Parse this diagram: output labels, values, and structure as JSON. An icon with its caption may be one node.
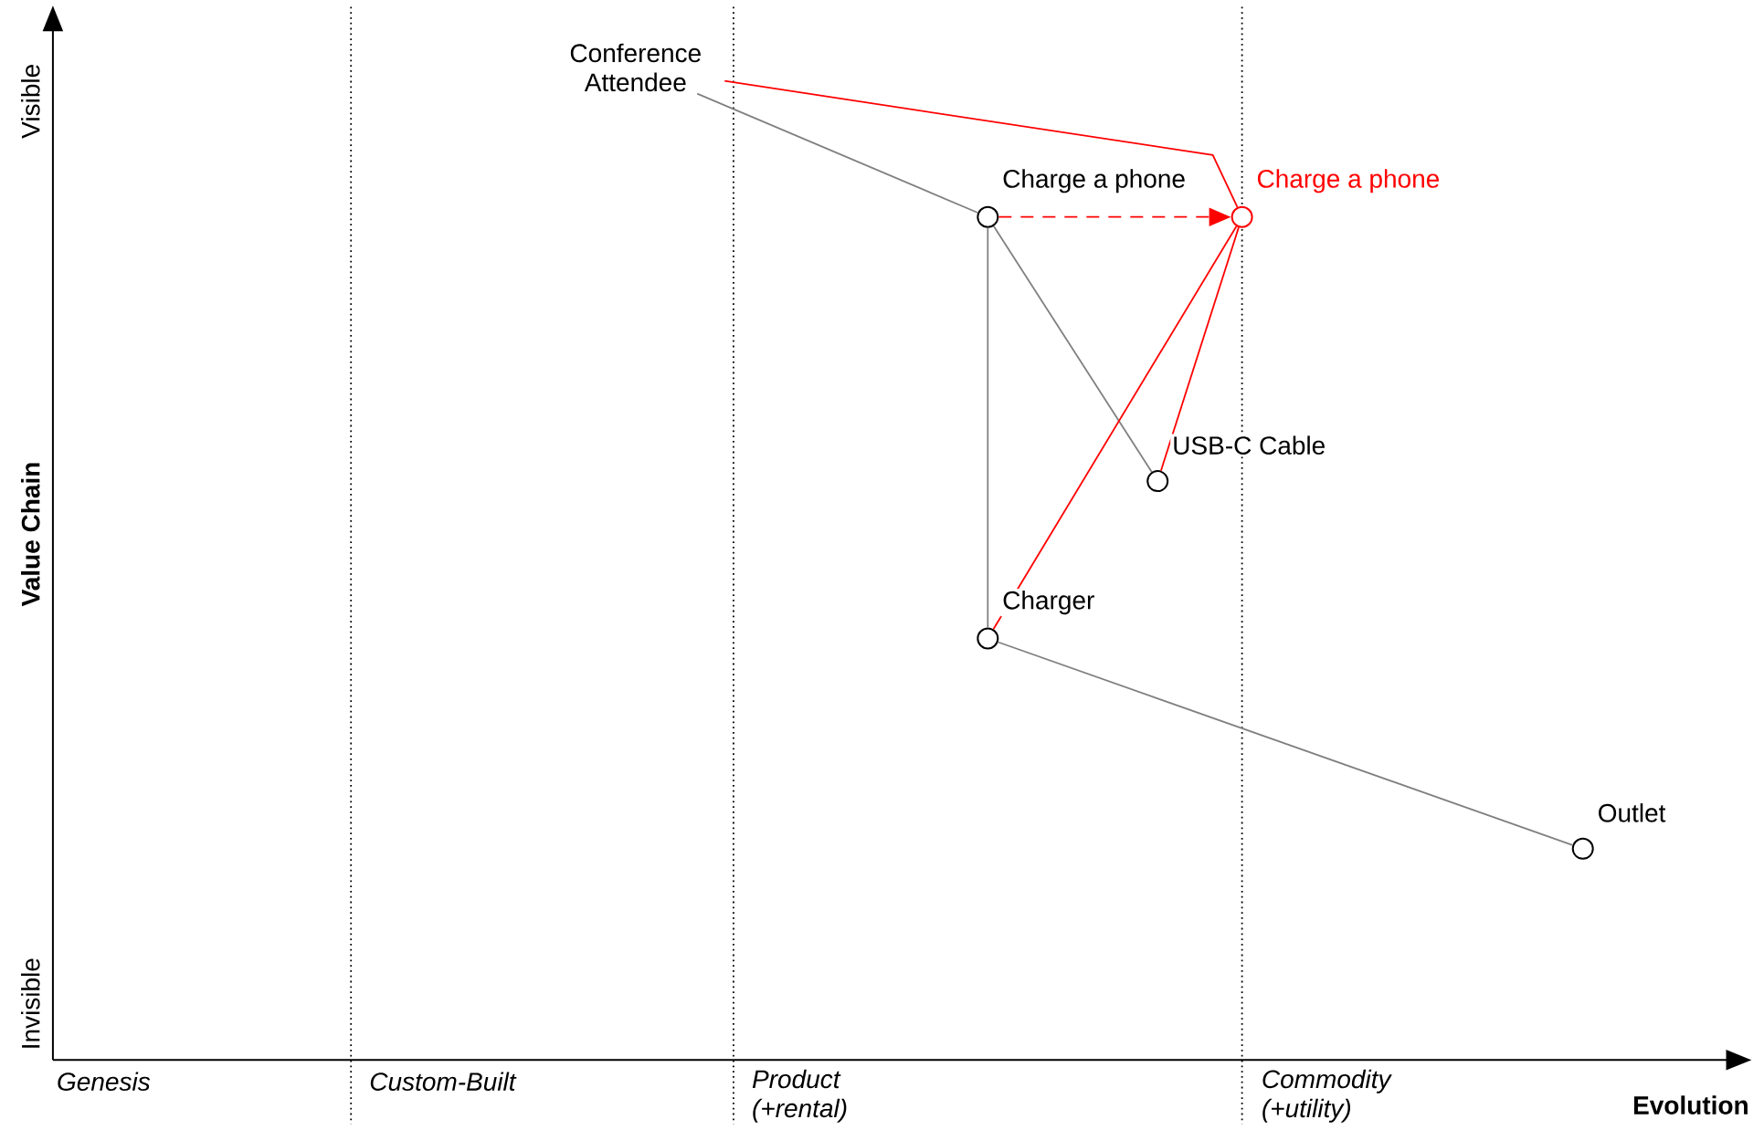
{
  "diagram": {
    "nodes": [
      {
        "text": [
          "Conference Attendee"
        ]
      },
      {
        "text": [
          "Charge a phone"
        ]
      },
      {
        "text": [
          "Charge a phone"
        ]
      },
      {
        "text": [
          "USB-C Cable"
        ]
      },
      {
        "text": [
          "Charger"
        ]
      },
      {
        "text": [
          "Outlet"
        ]
      }
    ],
    "edges": [
      {
        "from": 0,
        "to": 1,
        "arrow": "none"
      },
      {
        "from": 0,
        "to": 2,
        "arrow": "none",
        "color": "#ff0000"
      },
      {
        "from": 1,
        "to": 2,
        "arrow": "to",
        "style": "dashed",
        "color": "#ff0000"
      },
      {
        "from": 1,
        "to": 3,
        "arrow": "none"
      },
      {
        "from": 1,
        "to": 4,
        "arrow": "none"
      },
      {
        "from": 2,
        "to": 3,
        "arrow": "none",
        "color": "#ff0000"
      },
      {
        "from": 2,
        "to": 4,
        "arrow": "none",
        "color": "#ff0000"
      },
      {
        "from": 4,
        "to": 5,
        "arrow": "none"
      }
    ],
    "labels": [
      "Visible",
      "Value Chain",
      "Invisible",
      "Genesis",
      "Custom-Built",
      "Product (+rental)",
      "Commodity (+utility)",
      "Evolution"
    ]
  }
}
